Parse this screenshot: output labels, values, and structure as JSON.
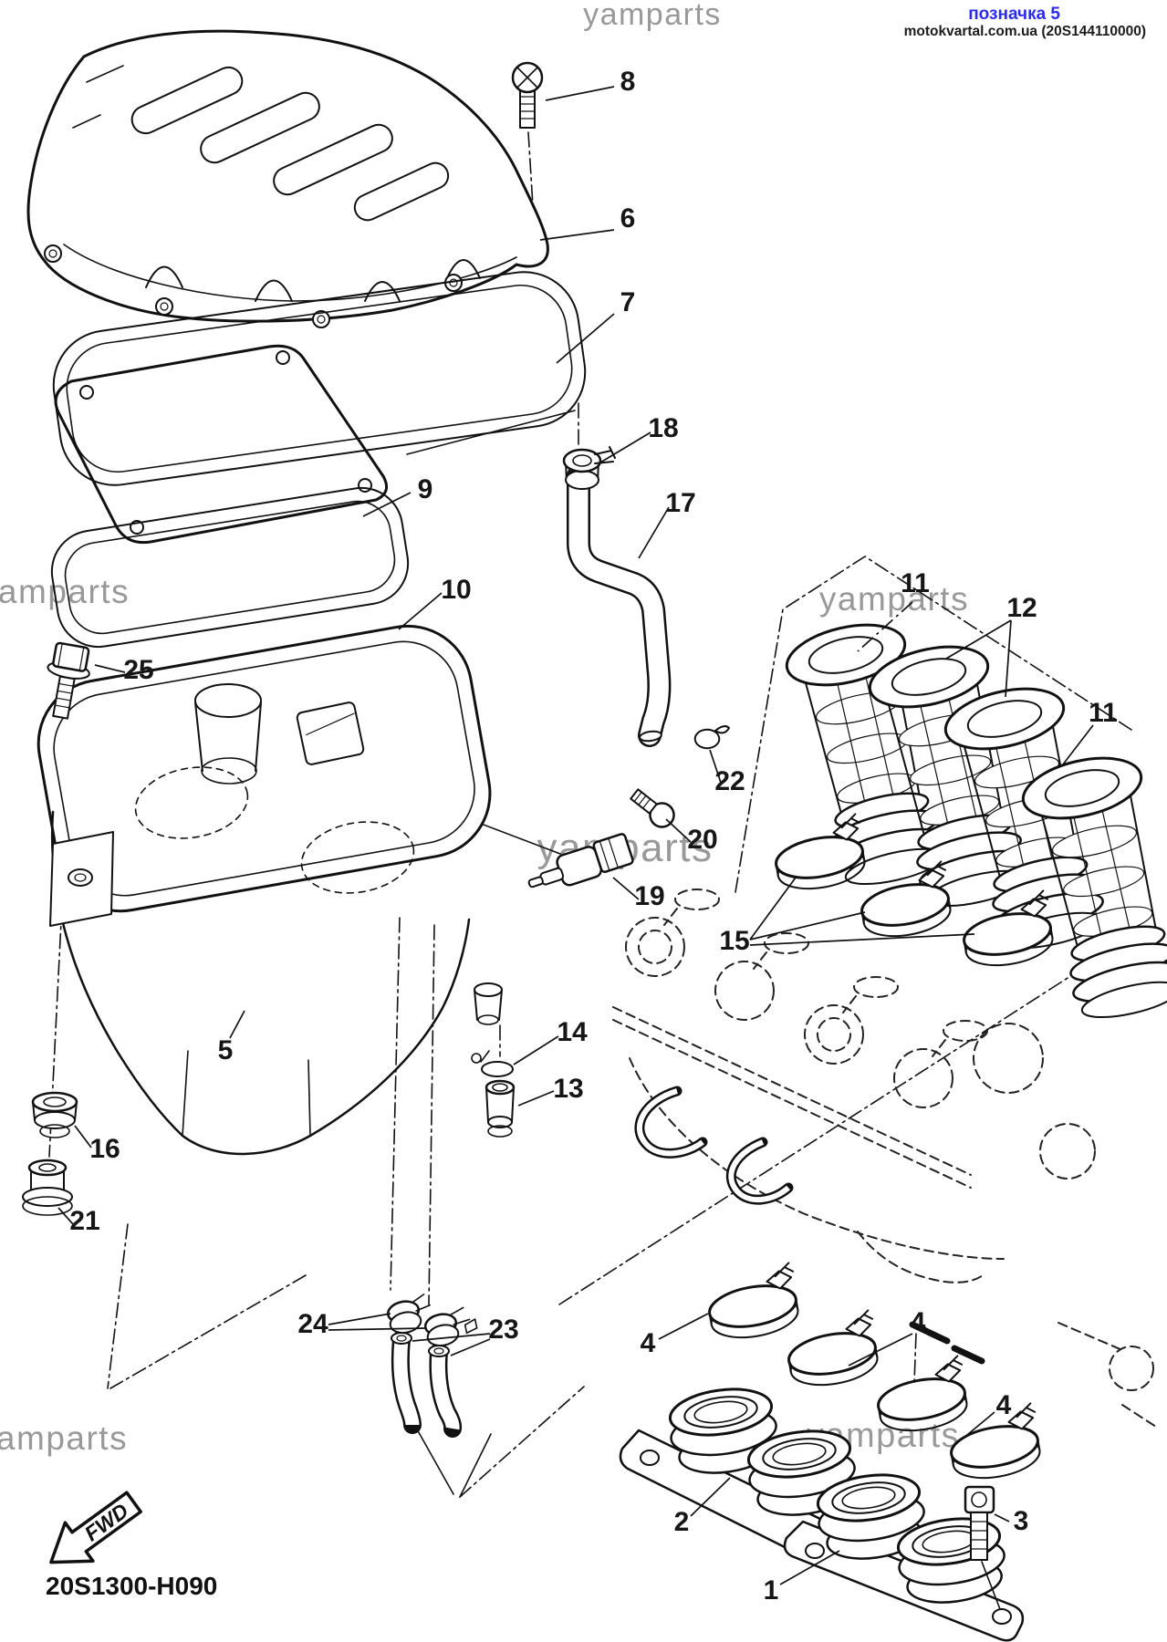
{
  "header": {
    "mark_label": "позначка 5",
    "site_label": "motokvartal.com.ua (20S144110000)"
  },
  "watermark": {
    "text": "yamparts"
  },
  "footer": {
    "fwd_label": "FWD",
    "diagram_code": "20S1300-H090"
  },
  "colors": {
    "mark_blue": "#2b2bf0",
    "line_black": "#111111",
    "watermark_gray": "#8f8f8f"
  },
  "callouts": {
    "c1": {
      "label": "1"
    },
    "c2": {
      "label": "2"
    },
    "c3": {
      "label": "3"
    },
    "c4a": {
      "label": "4"
    },
    "c4b": {
      "label": "4"
    },
    "c4c": {
      "label": "4"
    },
    "c5": {
      "label": "5"
    },
    "c6": {
      "label": "6"
    },
    "c7": {
      "label": "7"
    },
    "c8": {
      "label": "8"
    },
    "c9": {
      "label": "9"
    },
    "c10": {
      "label": "10"
    },
    "c11a": {
      "label": "11"
    },
    "c11b": {
      "label": "11"
    },
    "c12": {
      "label": "12"
    },
    "c13": {
      "label": "13"
    },
    "c14": {
      "label": "14"
    },
    "c15": {
      "label": "15"
    },
    "c16": {
      "label": "16"
    },
    "c17": {
      "label": "17"
    },
    "c18": {
      "label": "18"
    },
    "c19": {
      "label": "19"
    },
    "c20": {
      "label": "20"
    },
    "c21": {
      "label": "21"
    },
    "c22": {
      "label": "22"
    },
    "c23": {
      "label": "23"
    },
    "c24": {
      "label": "24"
    },
    "c25": {
      "label": "25"
    }
  }
}
